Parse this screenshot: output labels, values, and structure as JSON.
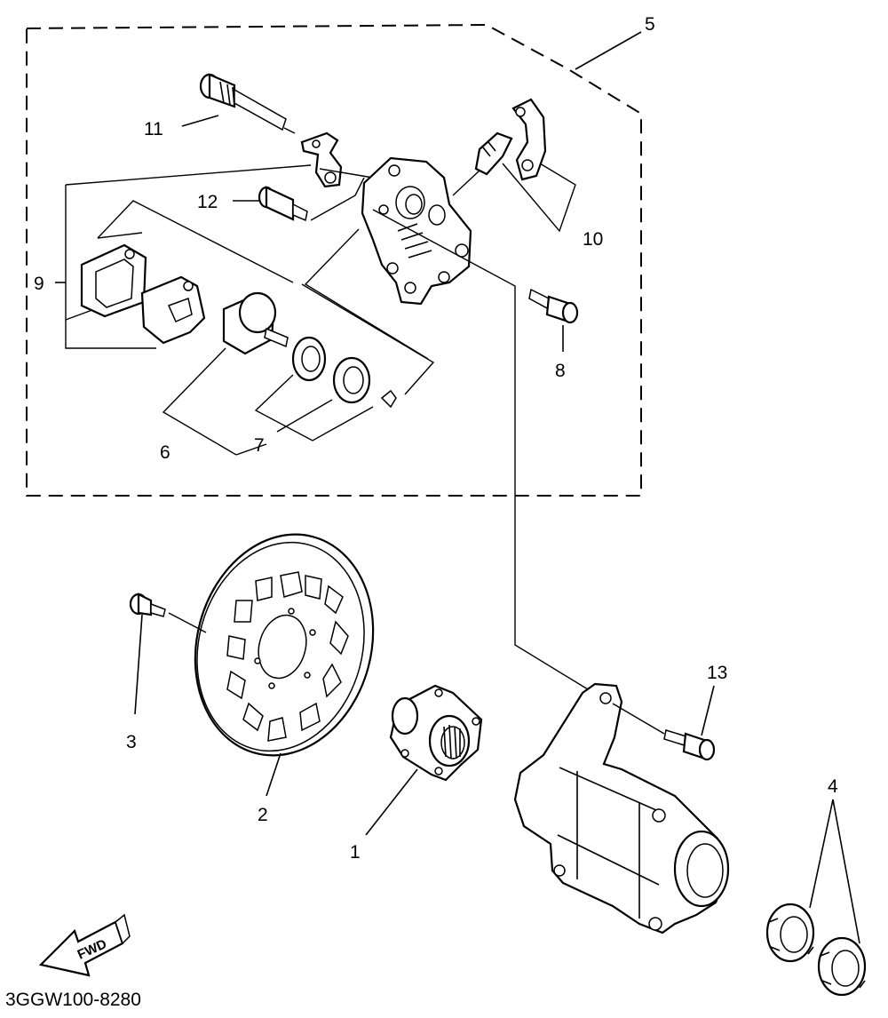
{
  "diagram": {
    "code": "3GGW100-8280",
    "fwd_label": "FWD",
    "callouts": {
      "c1": "1",
      "c2": "2",
      "c3": "3",
      "c4": "4",
      "c5": "5",
      "c6": "6",
      "c7": "7",
      "c8": "8",
      "c9": "9",
      "c10": "10",
      "c11": "11",
      "c12": "12",
      "c13": "13"
    }
  }
}
